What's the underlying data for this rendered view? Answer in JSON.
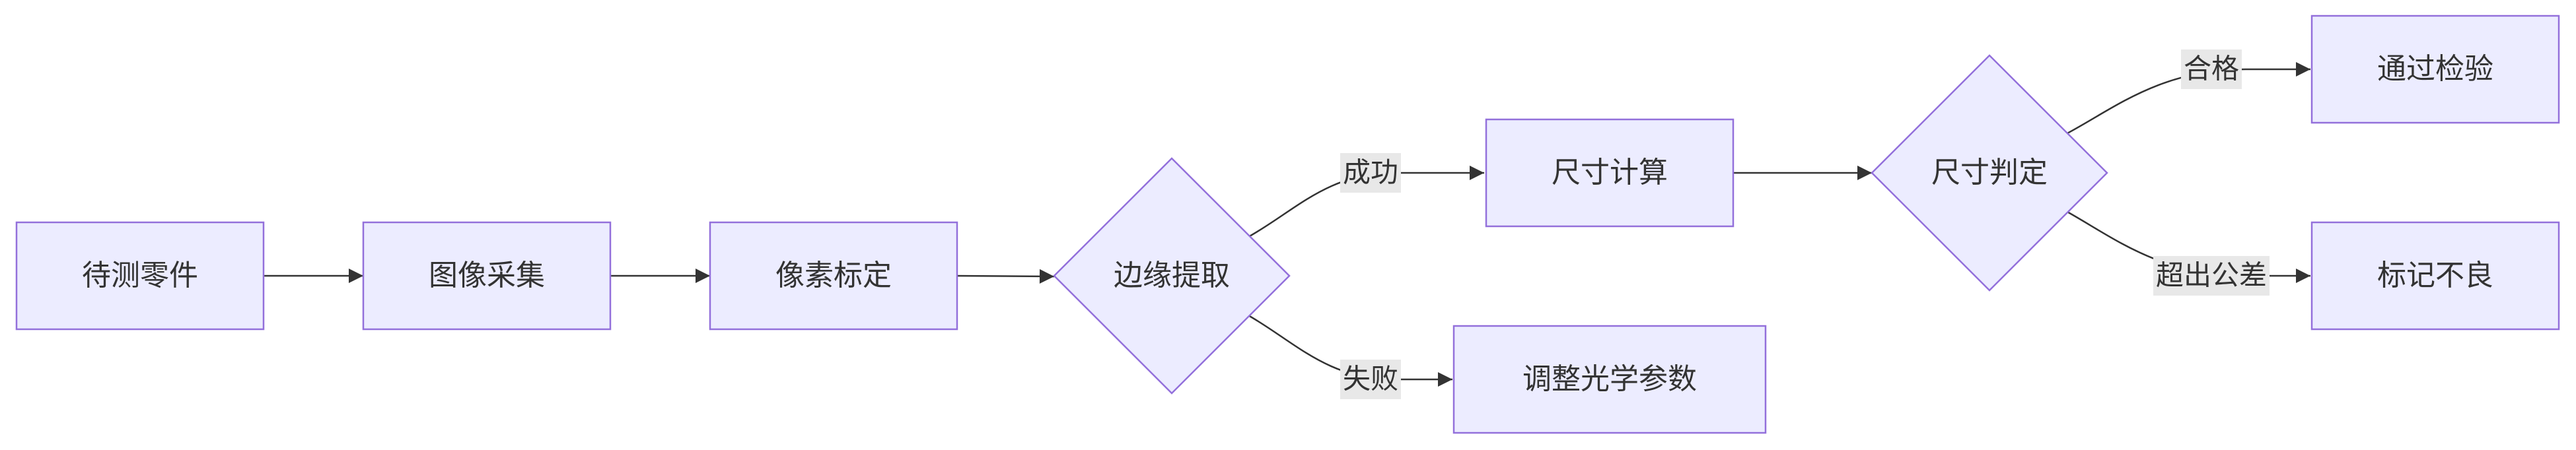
{
  "diagram": {
    "nodes": [
      {
        "id": "part",
        "label": "待测零件",
        "shape": "rect"
      },
      {
        "id": "capture",
        "label": "图像采集",
        "shape": "rect"
      },
      {
        "id": "calibrate",
        "label": "像素标定",
        "shape": "rect"
      },
      {
        "id": "edge",
        "label": "边缘提取",
        "shape": "diamond"
      },
      {
        "id": "compute",
        "label": "尺寸计算",
        "shape": "rect"
      },
      {
        "id": "adjust",
        "label": "调整光学参数",
        "shape": "rect"
      },
      {
        "id": "judge",
        "label": "尺寸判定",
        "shape": "diamond"
      },
      {
        "id": "pass",
        "label": "通过检验",
        "shape": "rect"
      },
      {
        "id": "reject",
        "label": "标记不良",
        "shape": "rect"
      }
    ],
    "edges": [
      {
        "from": "part",
        "to": "capture",
        "label": ""
      },
      {
        "from": "capture",
        "to": "calibrate",
        "label": ""
      },
      {
        "from": "calibrate",
        "to": "edge",
        "label": ""
      },
      {
        "from": "edge",
        "to": "compute",
        "label": "成功"
      },
      {
        "from": "edge",
        "to": "adjust",
        "label": "失败"
      },
      {
        "from": "compute",
        "to": "judge",
        "label": ""
      },
      {
        "from": "judge",
        "to": "pass",
        "label": "合格"
      },
      {
        "from": "judge",
        "to": "reject",
        "label": "超出公差"
      }
    ],
    "colors": {
      "node_fill": "#ECECFF",
      "node_stroke": "#9370DB",
      "edge": "#333333",
      "label_bg": "#E8E8E8",
      "text": "#333333"
    }
  }
}
